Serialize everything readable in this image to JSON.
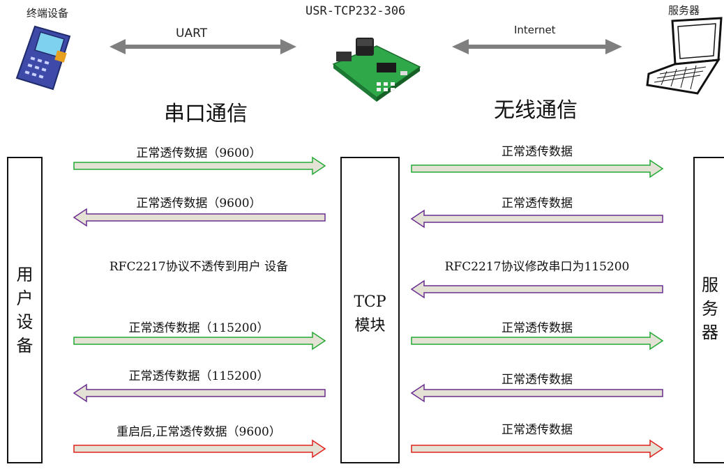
{
  "top": {
    "terminal_label": "终端设备",
    "module_label": "USR-TCP232-306",
    "server_label": "服务器",
    "uart_label": "UART",
    "internet_label": "Internet"
  },
  "sections": {
    "serial": "串口通信",
    "wireless": "无线通信"
  },
  "boxes": {
    "user_device": [
      "用",
      "户",
      "设",
      "备"
    ],
    "tcp_module": [
      "TCP",
      "模块"
    ],
    "server": [
      "服",
      "务",
      "器"
    ]
  },
  "left_messages": [
    "正常透传数据（9600）",
    "正常透传数据（9600）",
    "RFC2217协议不透传到用户 设备",
    "正常透传数据（115200）",
    "正常透传数据（115200）",
    "重启后,正常透传数据（9600）"
  ],
  "right_messages": [
    "正常透传数据",
    "正常透传数据",
    "RFC2217协议修改串口为115200",
    "正常透传数据",
    "正常透传数据",
    "正常透传数据"
  ],
  "colors": {
    "green_stroke": "#22aa33",
    "purple_stroke": "#6a2c91",
    "red_stroke": "#e0201a",
    "arrow_fill": "#e4e2d4",
    "gray_arrow": "#7f7f7f"
  }
}
